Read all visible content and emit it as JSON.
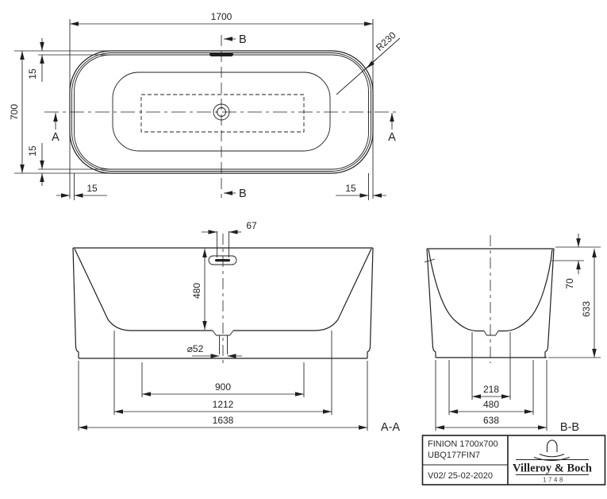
{
  "plan": {
    "length": "1700",
    "width": "700",
    "corner_radius": "R230",
    "rim_width": "15",
    "marker_a": "A",
    "marker_b": "B"
  },
  "front": {
    "section_label": "A-A",
    "overflow_width": "67",
    "inner_depth": "480",
    "drain_diameter": "⌀52",
    "dim_900": "900",
    "dim_1212": "1212",
    "dim_1638": "1638"
  },
  "side": {
    "section_label": "B-B",
    "rim_offset": "70",
    "height": "633",
    "dim_218": "218",
    "dim_480": "480",
    "dim_638": "638"
  },
  "title_block": {
    "product_name": "FINION 1700x700",
    "article_number": "UBQ177FIN7",
    "version_date": "V02/ 25-02-2020",
    "brand_name": "Villeroy & Boch",
    "brand_year": "1748"
  },
  "colors": {
    "line": "#1f1f1f",
    "background": "#ffffff"
  }
}
